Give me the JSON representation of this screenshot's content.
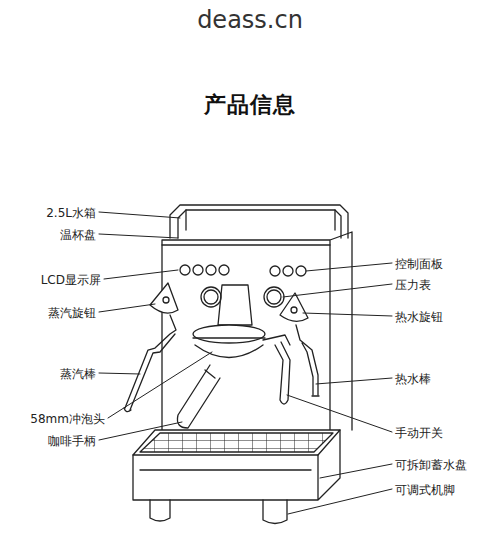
{
  "diagram": {
    "title": "产品信息",
    "labels": [
      "deass.cn",
      "2.5L水箱",
      "温杯盘",
      "LCD显示屏",
      "蒸汽旋钮",
      "蒸汽棒",
      "58mm冲泡头",
      "咖啡手柄",
      "控制面板",
      "压力表",
      "热水旋钮",
      "热水棒",
      "手动开关",
      "可拆卸蓄水盘",
      "可调式机脚"
    ]
  }
}
